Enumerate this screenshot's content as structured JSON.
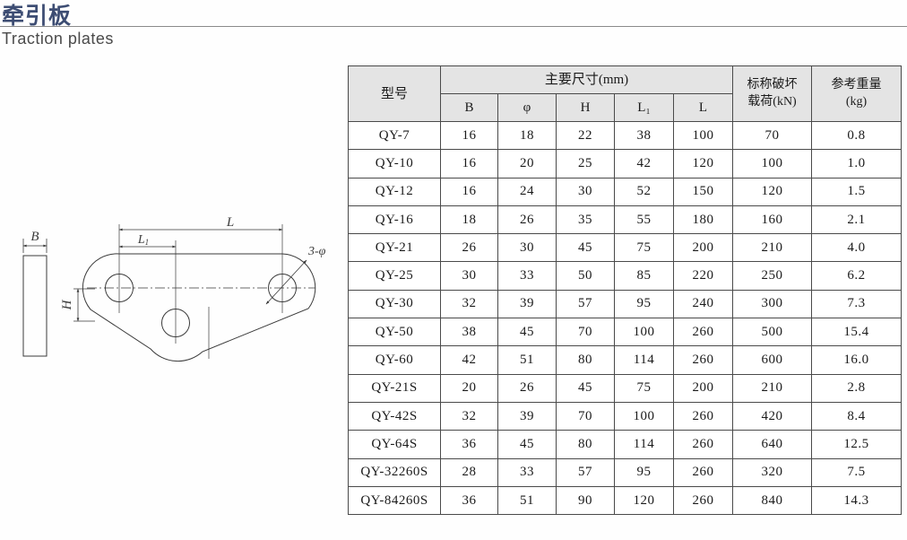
{
  "page": {
    "title_cn": "牵引板",
    "title_en": "Traction plates"
  },
  "drawing": {
    "labels": {
      "b": "B",
      "l": "L",
      "l1_main": "L",
      "l1_sub": "1",
      "h": "H",
      "hole_callout": "3-φ"
    }
  },
  "table": {
    "header": {
      "model": "型号",
      "dims_group": "主要尺寸(mm)",
      "dim_cols": [
        "B",
        "φ",
        "H",
        "L₁",
        "L"
      ],
      "load_line1": "标称破坏",
      "load_line2": "载荷(kN)",
      "weight_line1": "参考重量",
      "weight_line2": "(kg)"
    },
    "rows": [
      {
        "model": "QY-7",
        "b": "16",
        "phi": "18",
        "h": "22",
        "l1": "38",
        "l": "100",
        "load": "70",
        "weight": "0.8"
      },
      {
        "model": "QY-10",
        "b": "16",
        "phi": "20",
        "h": "25",
        "l1": "42",
        "l": "120",
        "load": "100",
        "weight": "1.0"
      },
      {
        "model": "QY-12",
        "b": "16",
        "phi": "24",
        "h": "30",
        "l1": "52",
        "l": "150",
        "load": "120",
        "weight": "1.5"
      },
      {
        "model": "QY-16",
        "b": "18",
        "phi": "26",
        "h": "35",
        "l1": "55",
        "l": "180",
        "load": "160",
        "weight": "2.1"
      },
      {
        "model": "QY-21",
        "b": "26",
        "phi": "30",
        "h": "45",
        "l1": "75",
        "l": "200",
        "load": "210",
        "weight": "4.0"
      },
      {
        "model": "QY-25",
        "b": "30",
        "phi": "33",
        "h": "50",
        "l1": "85",
        "l": "220",
        "load": "250",
        "weight": "6.2"
      },
      {
        "model": "QY-30",
        "b": "32",
        "phi": "39",
        "h": "57",
        "l1": "95",
        "l": "240",
        "load": "300",
        "weight": "7.3"
      },
      {
        "model": "QY-50",
        "b": "38",
        "phi": "45",
        "h": "70",
        "l1": "100",
        "l": "260",
        "load": "500",
        "weight": "15.4"
      },
      {
        "model": "QY-60",
        "b": "42",
        "phi": "51",
        "h": "80",
        "l1": "114",
        "l": "260",
        "load": "600",
        "weight": "16.0"
      },
      {
        "model": "QY-21S",
        "b": "20",
        "phi": "26",
        "h": "45",
        "l1": "75",
        "l": "200",
        "load": "210",
        "weight": "2.8"
      },
      {
        "model": "QY-42S",
        "b": "32",
        "phi": "39",
        "h": "70",
        "l1": "100",
        "l": "260",
        "load": "420",
        "weight": "8.4"
      },
      {
        "model": "QY-64S",
        "b": "36",
        "phi": "45",
        "h": "80",
        "l1": "114",
        "l": "260",
        "load": "640",
        "weight": "12.5"
      },
      {
        "model": "QY-32260S",
        "b": "28",
        "phi": "33",
        "h": "57",
        "l1": "95",
        "l": "260",
        "load": "320",
        "weight": "7.5"
      },
      {
        "model": "QY-84260S",
        "b": "36",
        "phi": "51",
        "h": "90",
        "l1": "120",
        "l": "260",
        "load": "840",
        "weight": "14.3"
      }
    ]
  },
  "colors": {
    "title": "#3d4d73",
    "subtitle": "#4a4a4a",
    "table_border": "#4a4a4a",
    "header_bg": "#e4e4e4",
    "drawing_line": "#3a3a3a"
  }
}
